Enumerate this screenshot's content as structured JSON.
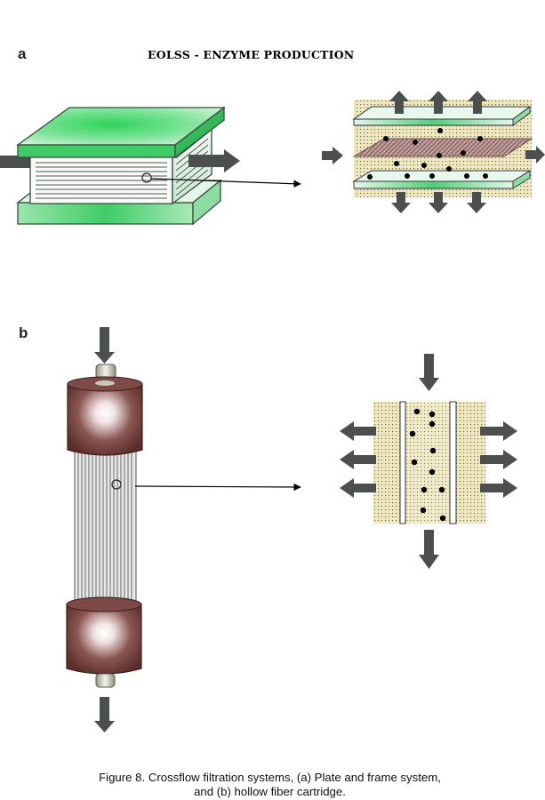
{
  "header": {
    "title": "EOLSS - ENZYME PRODUCTION"
  },
  "panels": {
    "a_label": "a",
    "b_label": "b"
  },
  "caption": {
    "line1": "Figure 8.  Crossflow filtration systems, (a) Plate and frame system,",
    "line2": "and (b) hollow fiber cartridge."
  },
  "colors": {
    "plate_green": "#3fcc67",
    "membrane_dotted": "#e8e0b8",
    "cap_maroon": "#6e3b38",
    "arrow_gray": "#4d4f4f",
    "feed_hatch": "#b89090"
  },
  "icons": {
    "flow_arrow": "arrow-icon",
    "particle": "particle-dot"
  }
}
